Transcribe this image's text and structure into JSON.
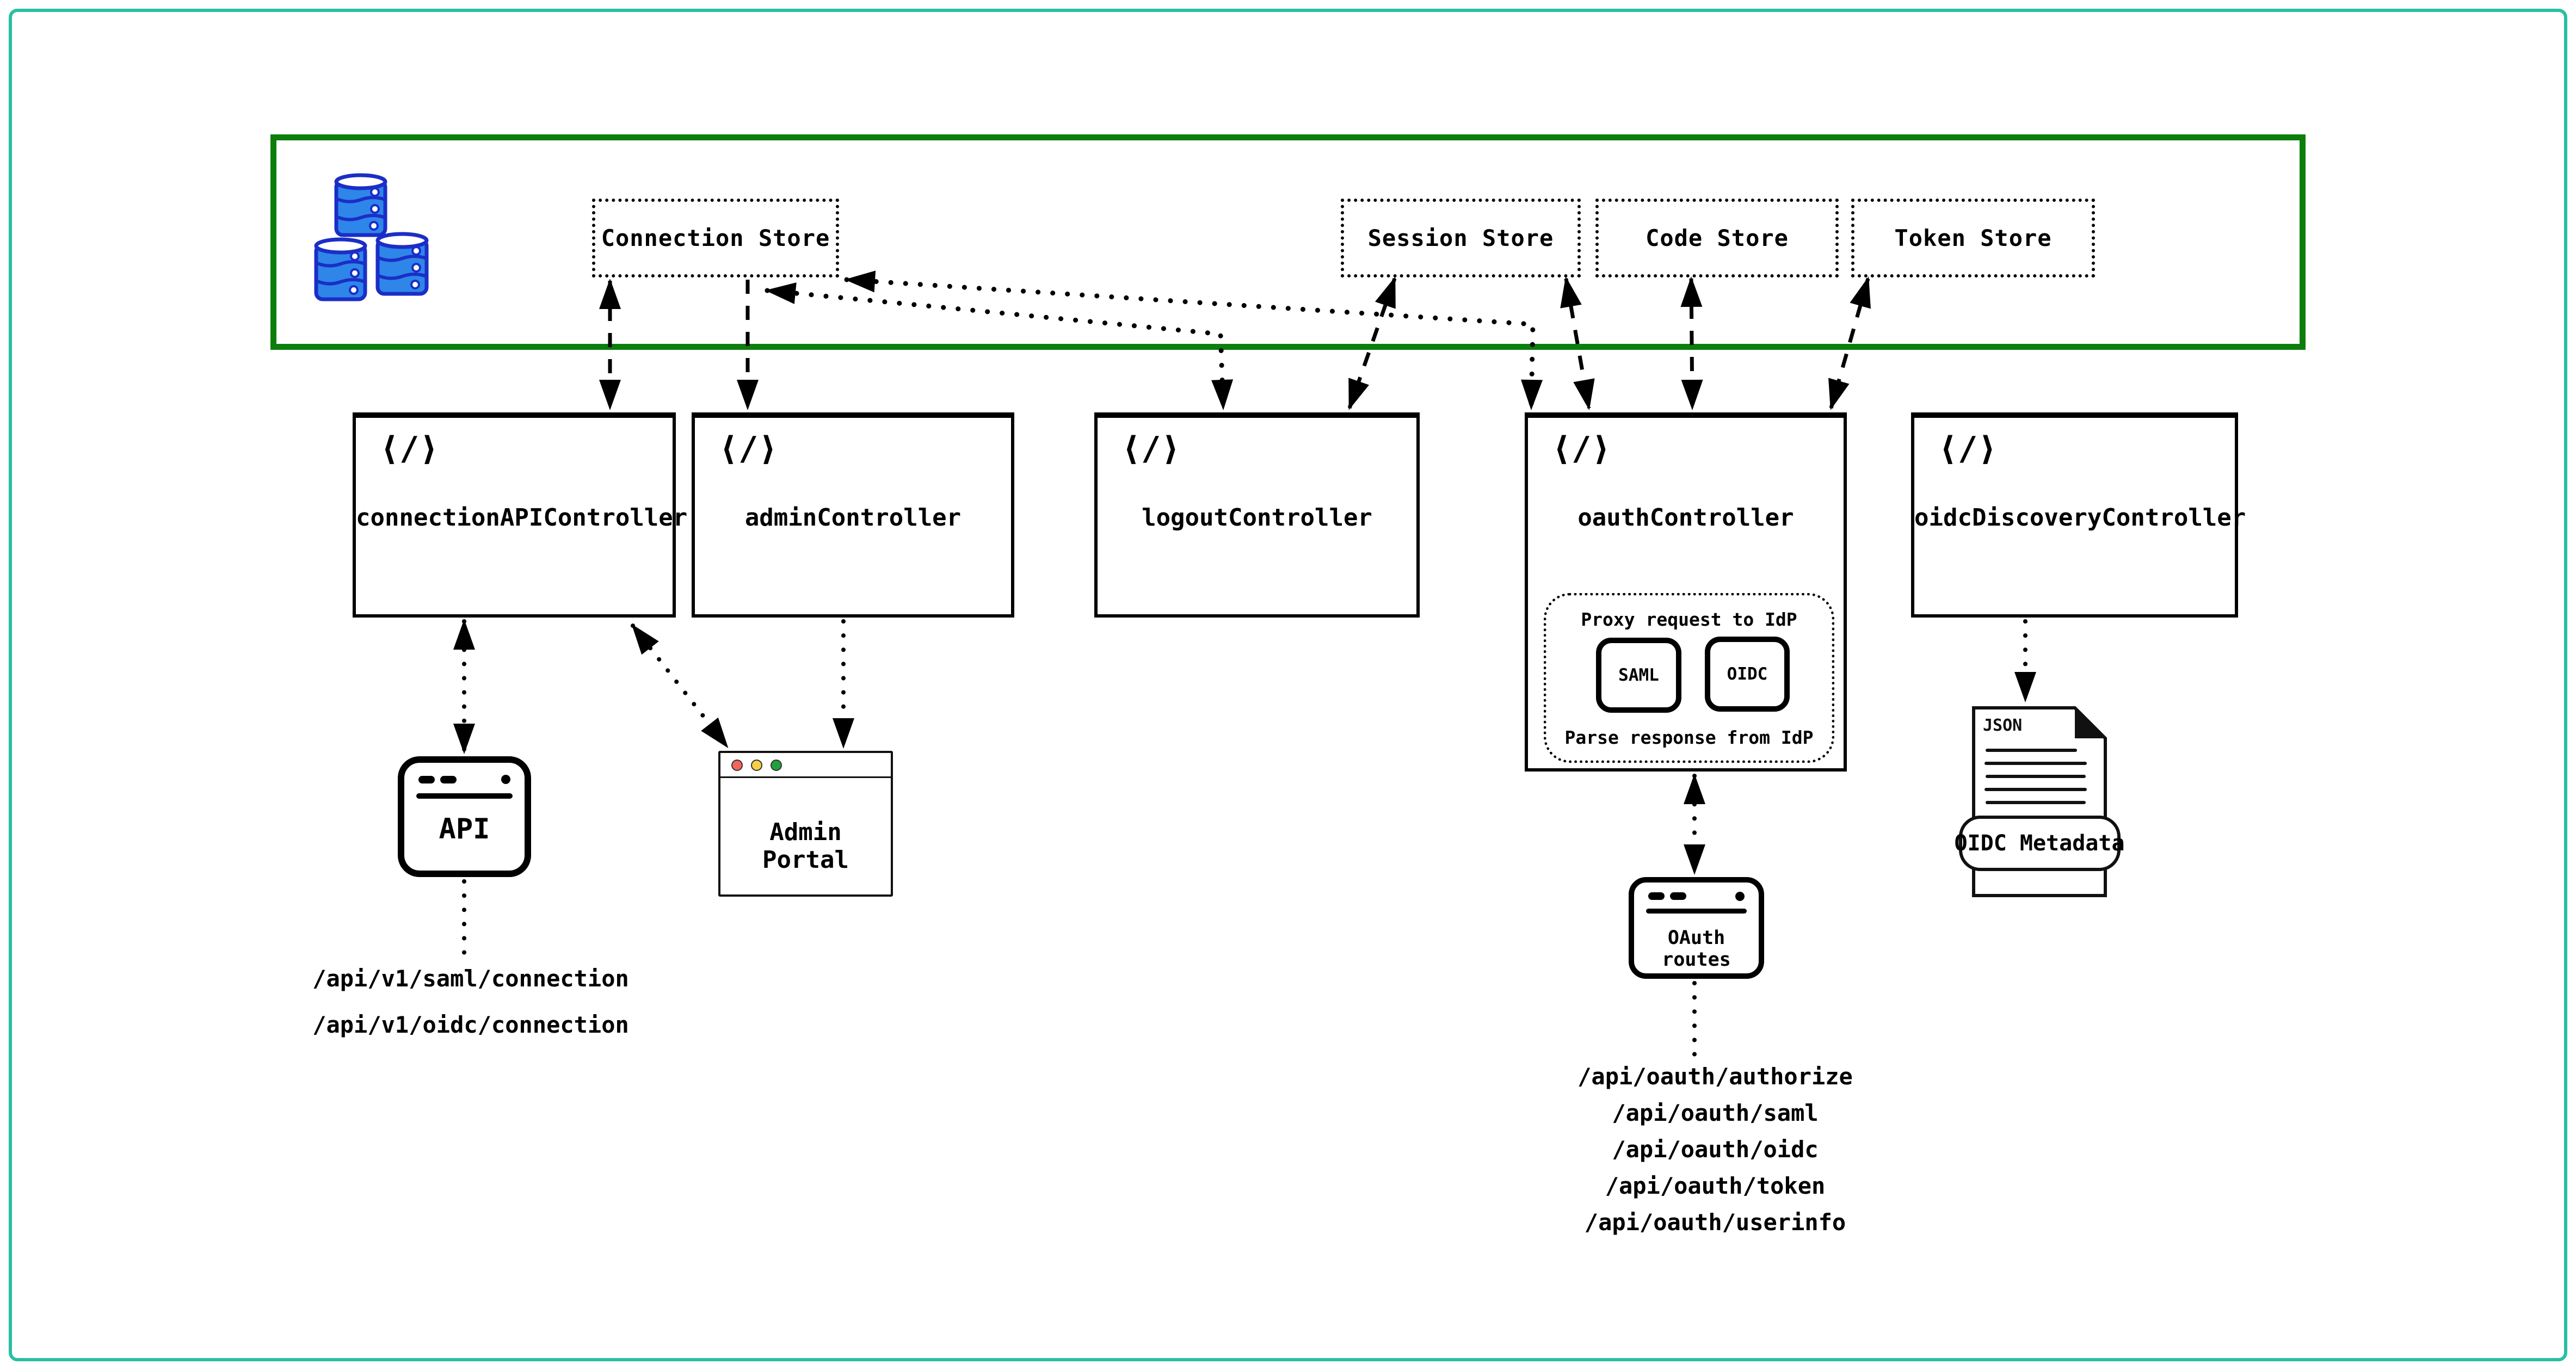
{
  "diagram": {
    "stores": [
      {
        "label": "Connection Store"
      },
      {
        "label": "Session Store"
      },
      {
        "label": "Code Store"
      },
      {
        "label": "Token Store"
      }
    ],
    "controllers": [
      {
        "label": "connectionAPIController"
      },
      {
        "label": "adminController"
      },
      {
        "label": "logoutController"
      },
      {
        "label": "oauthController"
      },
      {
        "label": "oidcDiscoveryController"
      }
    ],
    "oauth_internals": {
      "proxy_label": "Proxy request to IdP",
      "parse_label": "Parse response from IdP",
      "saml_label": "SAML",
      "oidc_label": "OIDC"
    },
    "windows": {
      "api_label": "API",
      "admin_portal_label": "Admin Portal",
      "oauth_routes_label": "OAuth routes"
    },
    "oidc_doc": {
      "file_type_label": "JSON",
      "banner_label": "OIDC Metadata"
    },
    "endpoints_left": [
      "/api/v1/saml/connection",
      "/api/v1/oidc/connection"
    ],
    "endpoints_right": [
      "/api/oauth/authorize",
      "/api/oauth/saml",
      "/api/oauth/oidc",
      "/api/oauth/token",
      "/api/oauth/userinfo"
    ],
    "icons": {
      "code_glyph": "⟨/⟩"
    },
    "colors": {
      "frame_teal": "#2abfa3",
      "zone_green": "#0c7e0c",
      "db_fill_blue": "#2e86e9",
      "db_outline_blue": "#1b2ec7",
      "traffic_red": "#f4645c",
      "traffic_yellow": "#f7ce46",
      "traffic_green": "#23a03c",
      "ink": "#000000"
    }
  }
}
